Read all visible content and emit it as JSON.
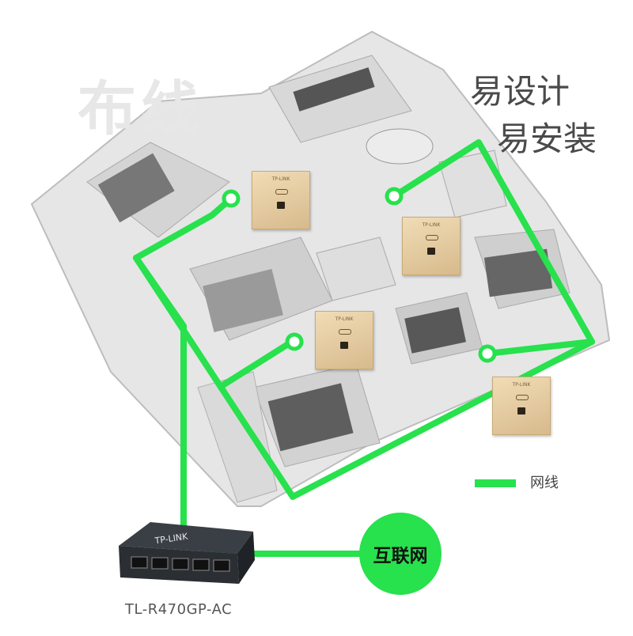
{
  "watermark": "布线",
  "slogan": {
    "line1": "易设计",
    "line2": "易安装"
  },
  "legend": {
    "label": "网线",
    "color": "#27e14d"
  },
  "internet_label": "互联网",
  "router": {
    "model": "TL-R470GP-AC",
    "brand": "TP-LINK"
  },
  "access_points": [
    {
      "brand": "TP-LINK"
    },
    {
      "brand": "TP-LINK"
    },
    {
      "brand": "TP-LINK"
    },
    {
      "brand": "TP-LINK"
    }
  ]
}
